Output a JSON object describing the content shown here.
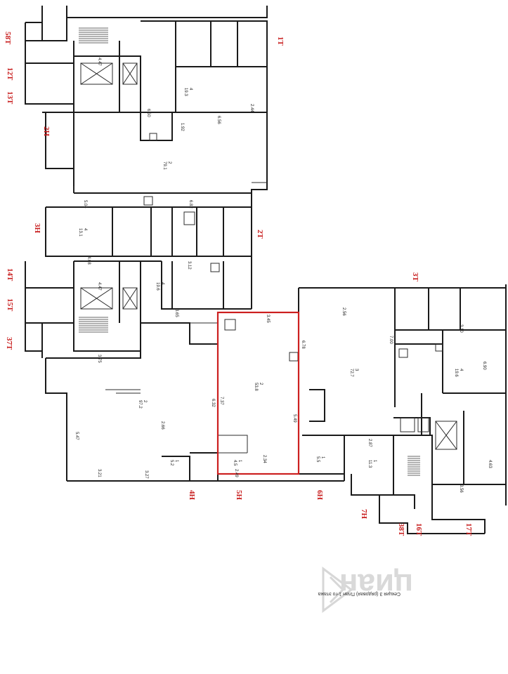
{
  "axes": {
    "a58T": "58T",
    "a12T": "12T",
    "a13T": "13T",
    "a2H": "2H",
    "a3H": "3H",
    "a14T": "14T",
    "a15T": "15T",
    "a37T": "37T",
    "a1T": "1T",
    "a2T": "2T",
    "a3T": "3T",
    "a4H": "4H",
    "a5H": "5H",
    "a6H": "6H",
    "a7H": "7H",
    "a38T": "38T",
    "a16T": "16T",
    "a17T": "17T"
  },
  "rooms": {
    "r_big_upper": "2\n79.1",
    "r_big_lower": "2\n97.2",
    "r_selected": "2\n53.8",
    "r_right_big": "3\n72.7",
    "r_right_room4": "4\n19.6",
    "r_top_room4": "4\n19.3",
    "r_small1": "1\n4.5",
    "r_small2": "1\n5.2",
    "r_small3": "1\n5.5",
    "r_lift": "1\n11.3",
    "r_left4": "4\n13.1",
    "r_left5": "4\n19.6"
  },
  "dims": {
    "d1": "6.50",
    "d2": "6.56",
    "d3": "6.82",
    "d4": "5.04",
    "d5": "3.45",
    "d6": "6.78",
    "d7": "7.37",
    "d8": "5.49",
    "d9": "2.49",
    "d10": "3.75",
    "d11": "6.32",
    "d12": "5.47",
    "d13": "3.21",
    "d14": "3.27",
    "d15": "2.56",
    "d16": "7.00",
    "d17": "6.90",
    "d18": "4.63",
    "d19": "3.10",
    "d20": "2.87",
    "d21": "4.08",
    "d22": "4.47",
    "d23": "4.47",
    "d24": "3.65",
    "d25": "1.92",
    "d26": "2.44",
    "d27": "3.12",
    "d28": "2.34",
    "d29": "2.66",
    "d30": "3.56"
  },
  "caption": "Секция 3 (рядовая) План 1-го этажа",
  "watermark": "циан"
}
